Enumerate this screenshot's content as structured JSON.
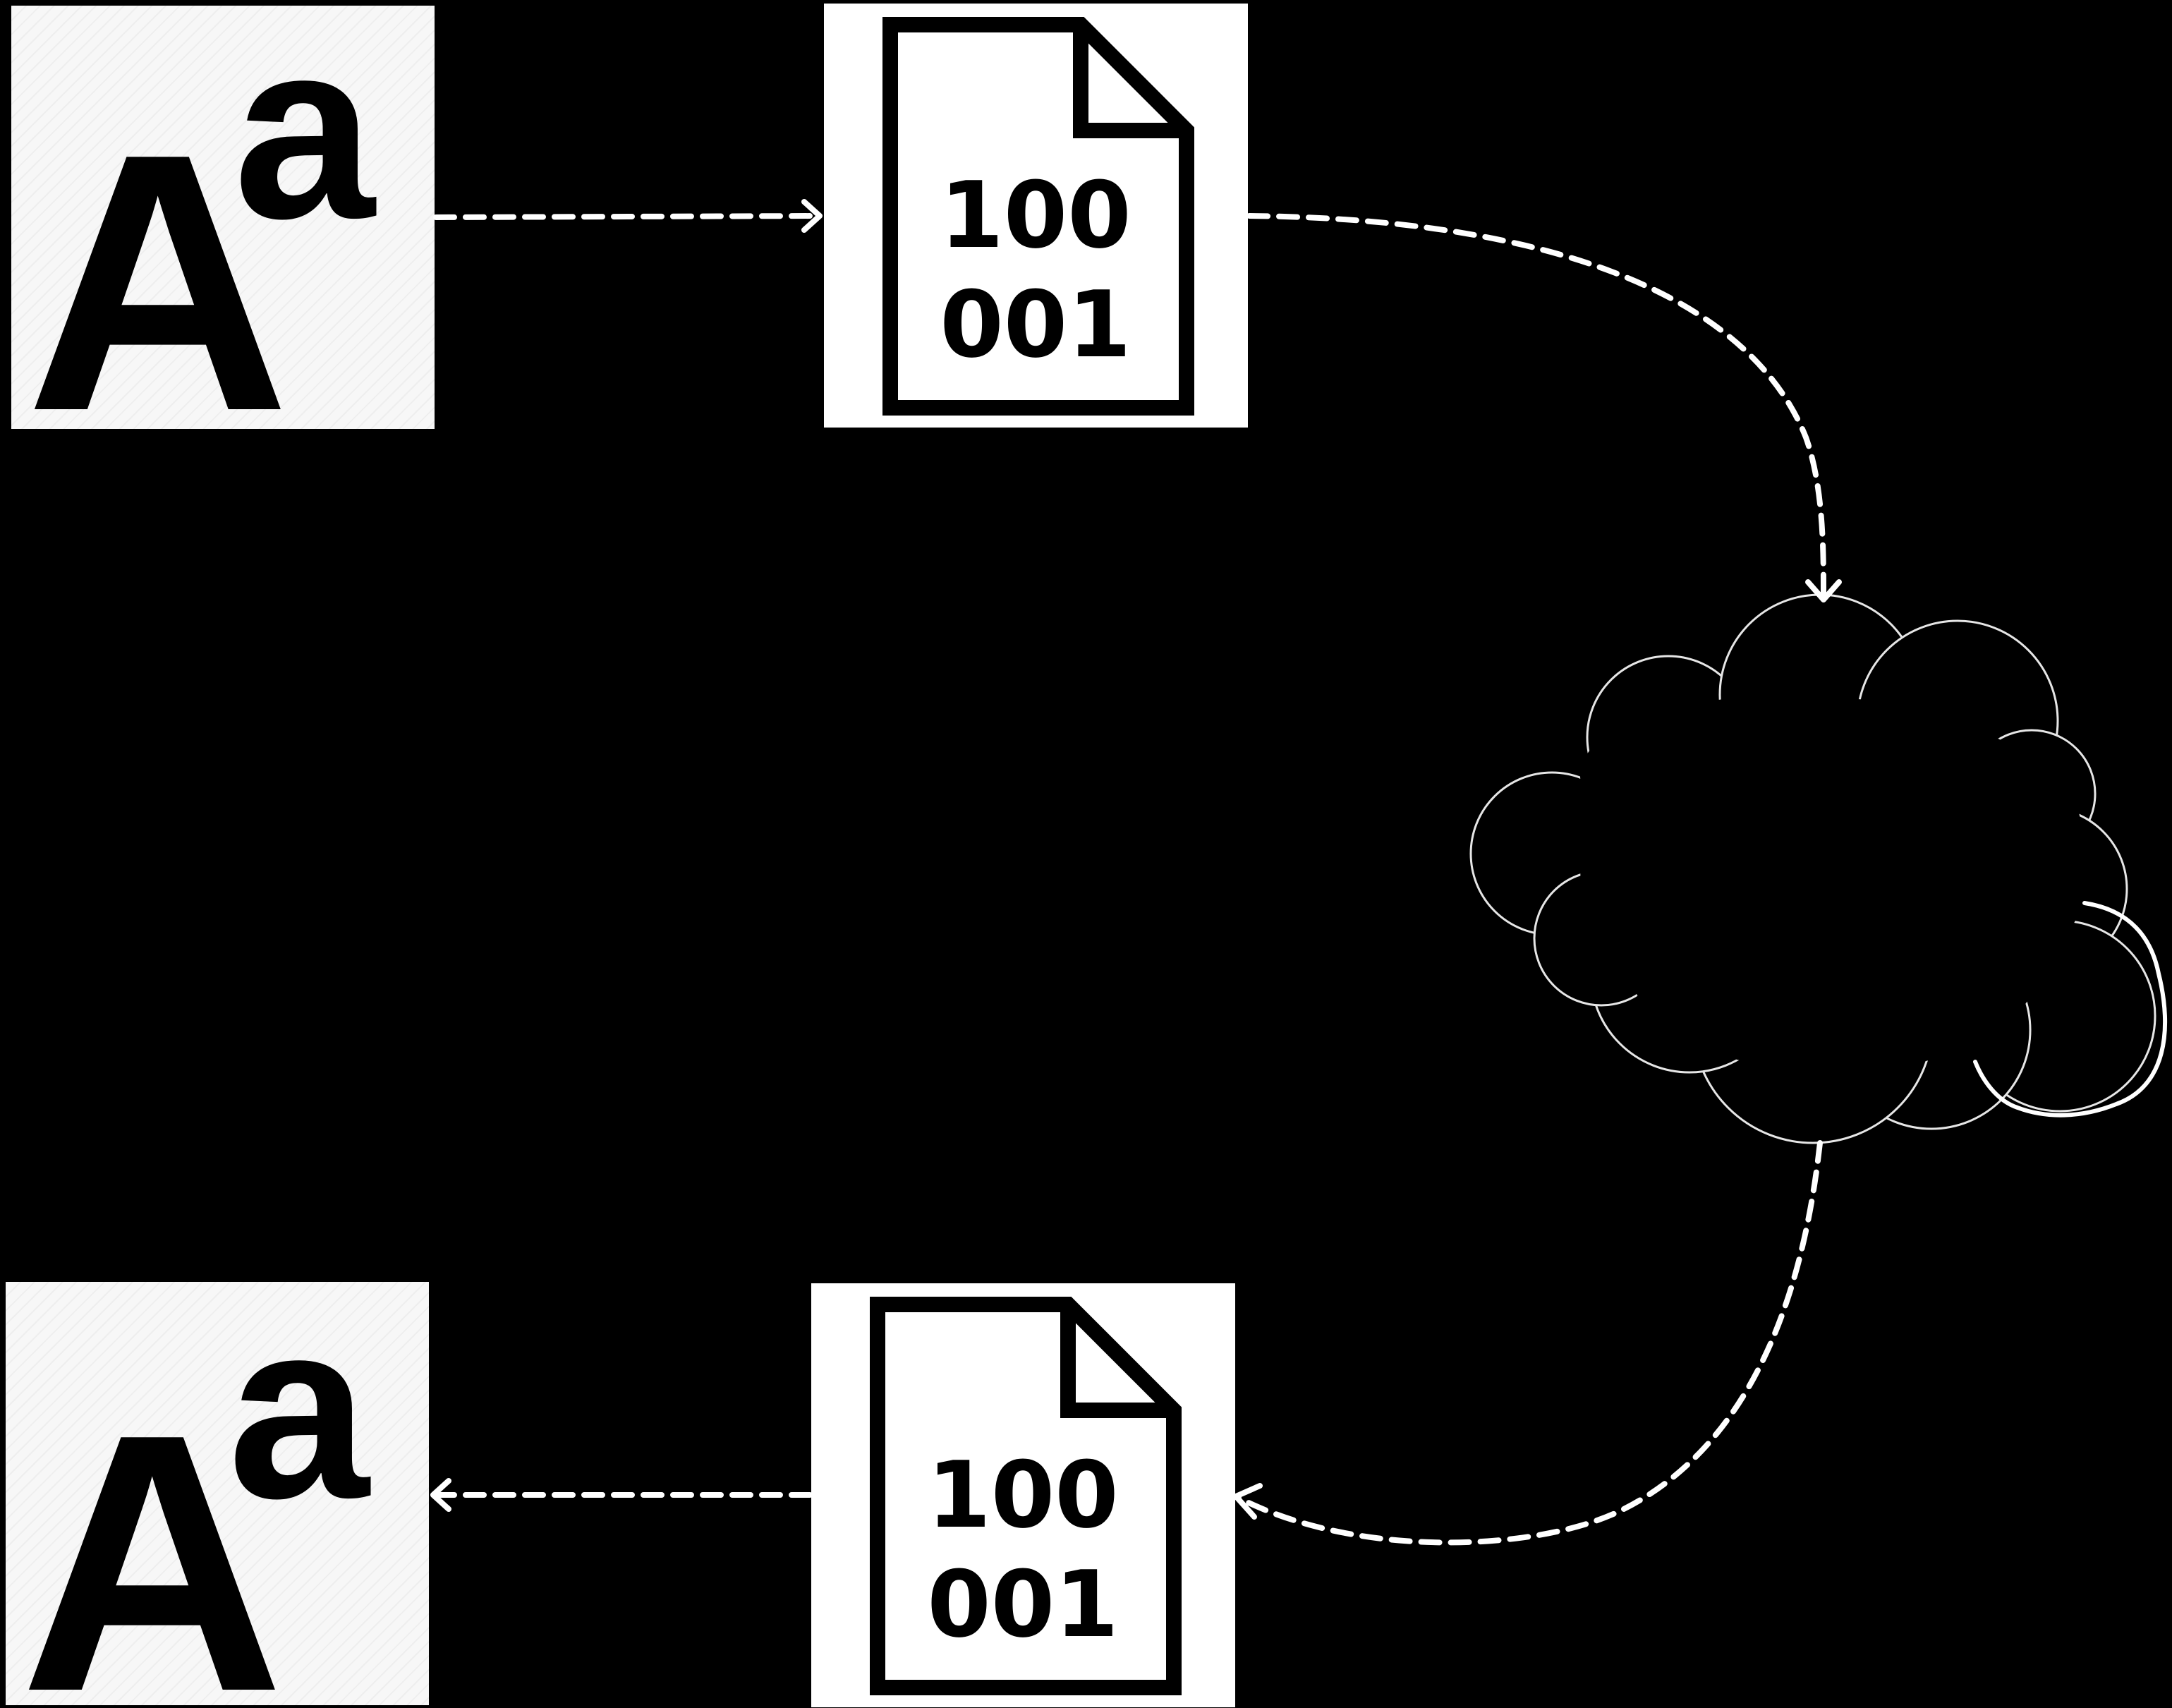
{
  "nodes": {
    "font_source": {
      "glyph_upper": "A",
      "glyph_lower": "a",
      "icon": "font-icon"
    },
    "encoded_file_top": {
      "line1": "100",
      "line2": "001",
      "icon": "binary-file-icon"
    },
    "cloud": {
      "icon": "cloud-icon"
    },
    "encoded_file_bottom": {
      "line1": "100",
      "line2": "001",
      "icon": "binary-file-icon"
    },
    "font_result": {
      "glyph_upper": "A",
      "glyph_lower": "a",
      "icon": "font-icon"
    }
  },
  "edges": [
    {
      "from": "font_source",
      "to": "encoded_file_top",
      "style": "dashed"
    },
    {
      "from": "encoded_file_top",
      "to": "cloud",
      "style": "dashed"
    },
    {
      "from": "cloud",
      "to": "encoded_file_bottom",
      "style": "dashed"
    },
    {
      "from": "encoded_file_bottom",
      "to": "font_result",
      "style": "dashed"
    }
  ],
  "colors": {
    "background": "#000000",
    "tile": "#ffffff",
    "connector": "#ffffff",
    "cloud_outline": "#e6e6e6"
  }
}
